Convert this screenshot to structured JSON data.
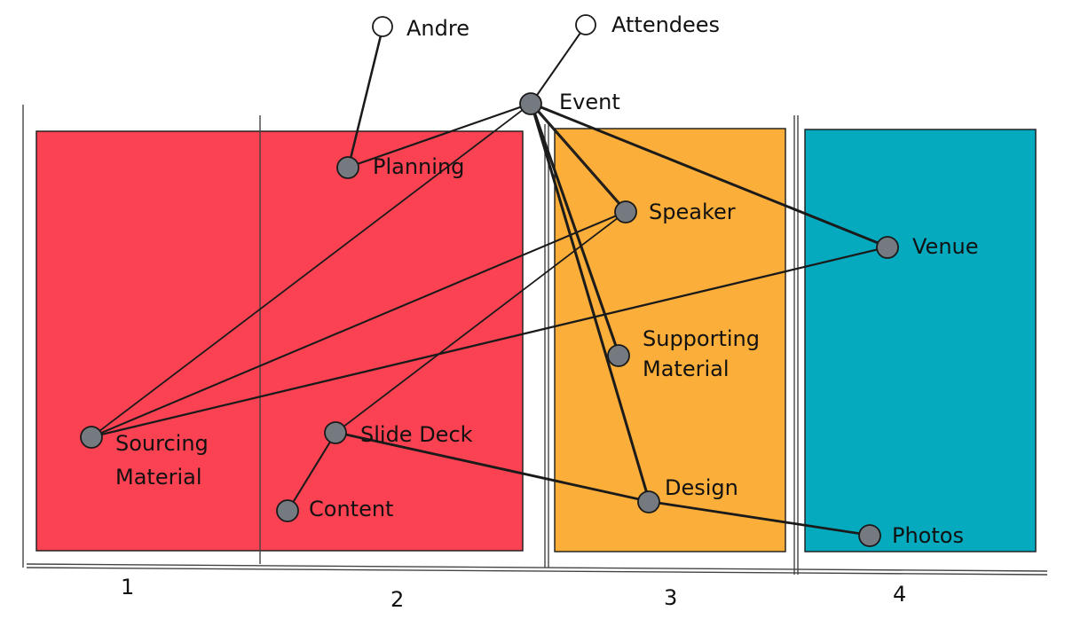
{
  "colors": {
    "stage_red": "#fa4253",
    "stage_orange": "#fbae3a",
    "stage_teal": "#05aabf",
    "node_fill_filled": "#747a80",
    "node_fill_hollow": "#ffffff",
    "ink": "#1a1a1a"
  },
  "stages": [
    {
      "label": "1"
    },
    {
      "label": "2"
    },
    {
      "label": "3"
    },
    {
      "label": "4"
    }
  ],
  "nodes": {
    "andre": {
      "label": "Andre",
      "style": "hollow"
    },
    "attendees": {
      "label": "Attendees",
      "style": "hollow"
    },
    "event": {
      "label": "Event",
      "style": "filled"
    },
    "planning": {
      "label": "Planning",
      "style": "filled"
    },
    "speaker": {
      "label": "Speaker",
      "style": "filled"
    },
    "venue": {
      "label": "Venue",
      "style": "filled"
    },
    "supporting_material": {
      "label_line1": "Supporting",
      "label_line2": "Material",
      "style": "filled"
    },
    "sourcing_material": {
      "label_line1": "Sourcing",
      "label_line2": "Material",
      "style": "filled"
    },
    "slide_deck": {
      "label": "Slide Deck",
      "style": "filled"
    },
    "content": {
      "label": "Content",
      "style": "filled"
    },
    "design": {
      "label": "Design",
      "style": "filled"
    },
    "photos": {
      "label": "Photos",
      "style": "filled"
    }
  },
  "edges": [
    [
      "andre",
      "planning"
    ],
    [
      "attendees",
      "event"
    ],
    [
      "event",
      "planning"
    ],
    [
      "event",
      "sourcing_material"
    ],
    [
      "event",
      "speaker"
    ],
    [
      "event",
      "venue"
    ],
    [
      "event",
      "supporting_material"
    ],
    [
      "event",
      "design"
    ],
    [
      "speaker",
      "sourcing_material"
    ],
    [
      "venue",
      "sourcing_material"
    ],
    [
      "speaker",
      "slide_deck"
    ],
    [
      "slide_deck",
      "content"
    ],
    [
      "slide_deck",
      "design"
    ],
    [
      "design",
      "photos"
    ]
  ]
}
